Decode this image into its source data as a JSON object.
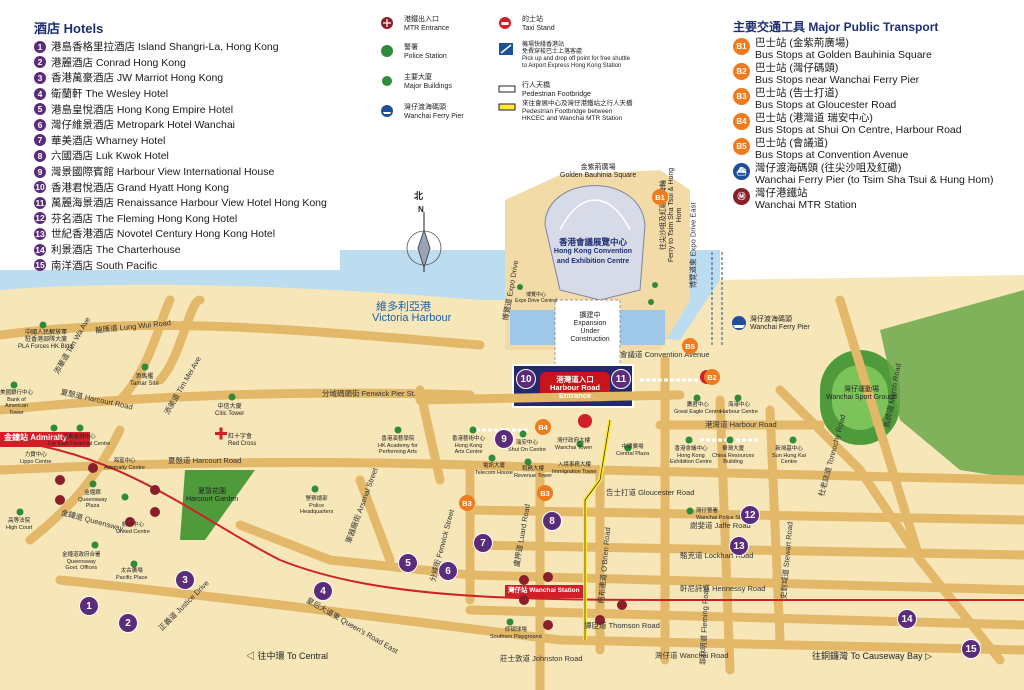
{
  "hotels": {
    "title": "酒店 Hotels",
    "items": [
      {
        "n": "1",
        "label": "港島香格里拉酒店 Island Shangri-La, Hong Kong"
      },
      {
        "n": "2",
        "label": "港麗酒店 Conrad Hong Kong"
      },
      {
        "n": "3",
        "label": "香港萬豪酒店 JW Marriot Hong Kong"
      },
      {
        "n": "4",
        "label": "衛蘭軒 The Wesley Hotel"
      },
      {
        "n": "5",
        "label": "港島皇悅酒店 Hong Kong Empire Hotel"
      },
      {
        "n": "6",
        "label": "灣仔維景酒店 Metropark Hotel Wanchai"
      },
      {
        "n": "7",
        "label": "華美酒店 Wharney Hotel"
      },
      {
        "n": "8",
        "label": "六國酒店 Luk Kwok Hotel"
      },
      {
        "n": "9",
        "label": "灣景國際賓館 Harbour View International House"
      },
      {
        "n": "10",
        "label": "香港君悅酒店 Grand Hyatt Hong Kong"
      },
      {
        "n": "11",
        "label": "萬麗海景酒店 Renaissance Harbour View Hotel Hong Kong"
      },
      {
        "n": "12",
        "label": "芬名酒店 The Fleming Hong Kong Hotel"
      },
      {
        "n": "13",
        "label": "世紀香港酒店 Novotel Century Hong Kong Hotel"
      },
      {
        "n": "14",
        "label": "利景酒店 The Charterhouse"
      },
      {
        "n": "15",
        "label": "南洋酒店 South Pacific"
      }
    ]
  },
  "legend": {
    "mtr": "港鐵出入口\nMTR Entrance",
    "police": "警署\nPolice Station",
    "buildings": "主要大廈\nMajor Buildings",
    "ferry": "灣仔渡海碼頭\nWanchai Ferry Pier",
    "taxi": "的士站\nTaxi Stand",
    "shuttle": "機場快綫香港站\n免費穿梭巴士上落客處\nPick up and drop off point for free shuttle\nto Airport Express Hong Kong Station",
    "footbridge": "行人天橋\nPedestrian Footbridge",
    "footbridge_hkcec": "來往會展中心及灣仔港鐵站之行人天橋\nPedestrian Footbridge between\nHKCEC and Wanchai MTR Station"
  },
  "transport": {
    "title": "主要交通工具 Major Public Transport",
    "items": [
      {
        "badge": "B1",
        "kind": "bus",
        "label": "巴士站 (金紫荊廣場)\nBus Stops at Golden Bauhinia Square"
      },
      {
        "badge": "B2",
        "kind": "bus",
        "label": "巴士站 (灣仔碼頭)\nBus Stops near Wanchai Ferry Pier"
      },
      {
        "badge": "B3",
        "kind": "bus",
        "label": "巴士站 (告士打道)\nBus Stops at Gloucester Road"
      },
      {
        "badge": "B4",
        "kind": "bus",
        "label": "巴士站 (港灣道 瑞安中心)\nBus Stops at Shui On Centre, Harbour Road"
      },
      {
        "badge": "B5",
        "kind": "bus",
        "label": "巴士站 (會議道)\nBus Stops at Convention Avenue"
      },
      {
        "badge": "⛴",
        "kind": "ferry",
        "label": "灣仔渡海碼頭 (往尖沙咀及紅磡)\nWanchai Ferry Pier (to Tsim Sha Tsui & Hung Hom)"
      },
      {
        "badge": "Ⓜ",
        "kind": "mtr",
        "label": "灣仔港鐵站\nWanchai MTR Station"
      }
    ]
  },
  "map": {
    "north": "北",
    "north_n": "N",
    "harbour_zh": "維多利亞港",
    "harbour_en": "Victoria Harbour",
    "hkcec_zh": "香港會議展覽中心",
    "hkcec_en": "Hong Kong Convention\nand Exhibition Centre",
    "golden_bauhinia": "金紫荊廣場\nGolden Bauhinia Square",
    "expansion": "擴建中\nExpansion\nUnder Construction",
    "harbour_road_entrance": "港灣道入口\nHarbour Road\nEntrance",
    "admiralty": "金鐘站 Admiralty",
    "wanchai_station": "灣仔站 Wanchai Station",
    "to_central": "往中環 To Central",
    "to_causeway": "往銅鑼灣 To Causeway Bay",
    "wanchai_ferry_pier": "灣仔渡海碼頭\nWanchai Ferry Pier",
    "ferry_note": "往尖沙咀及紅磡渡海輪\nFerry to Tsim Sha Tsui & Hung Hom",
    "sports_ground": "灣仔運動場\nWanchai Sport Ground",
    "harcourt_garden": "夏愨花園\nHarcourt Garden",
    "streets": {
      "lung_wui": "龍匯道 Lung Wui Road",
      "fenwick_pier": "分域碼頭街 Fenwick Pier St.",
      "harcourt_road": "夏慤道 Harcourt Road",
      "harcourt_road_2": "夏慤道 Harcourt Road",
      "tim_mei": "添美道 Tim Mei Ave",
      "tim_wa": "添華道 Tim Wa Ave",
      "gloucester": "告士打道 Gloucester Road",
      "harbour_road": "港灣道 Harbour Road",
      "jaffe": "謝斐道 Jaffe Road",
      "lockhart": "駱克道 Lockhart Road",
      "hennessy": "軒尼詩道 Hennessy Road",
      "thomson": "譚臣道 Thomson Road",
      "johnston": "莊士敦道 Johnston Road",
      "wanchai_road": "灣仔道 Wanchai Road",
      "queensway": "金鐘道 Queensway",
      "justice": "正義道 Justice Drive",
      "qre": "皇后大道東 Queen's Road East",
      "convention_ave": "會議道 Convention Avenue",
      "expo_drive": "博覽道 Expo Drive",
      "expo_drive_east": "博覽道東 Expo Drive East",
      "fleming": "菲林明道 Fleming Road",
      "o_brien": "柯布連道 O'Brien Road",
      "luard": "盧押道 Luard Road",
      "fenwick": "分域街 Fenwick Street",
      "arsenal": "軍器廠街 Arsenal Street",
      "stewart": "史釗域道 Stewart Road",
      "tonnochy": "杜老誌道 Tonnochy Road",
      "marsh": "馬師道 Marsh Road"
    },
    "buildings": {
      "pla": "中國人民解放軍\n駐香港部隊大廈\nPLA Forces HK Bldg.",
      "tamar": "添馬艦\nTamar Site",
      "citic": "中信大廈\nCitic Tower",
      "red_cross": "紅十字會\nRed Cross",
      "boa": "美國銀行中心\nBank of\nAmerican\nTower",
      "lippo": "力寶中心\nLippo Centre",
      "far_east": "遠東金融中心\nFar East Financial Centre",
      "admiralty_centre": "海富中心\nAdmiralty Centre",
      "queensway_plaza": "金鐘廊\nQueensway\nPlaza",
      "united": "統一中心\nUnited Centre",
      "high_court": "高等法院\nHigh Court",
      "qgo": "金鐘道政府合署\nQueensway\nGovt. Offices",
      "pacific_place": "太古廣場\nPacific Place",
      "police_hq": "警察總部\nPolice\nHeadquarters",
      "hkapa": "香港演藝學院\nHK Academy for\nPerforming Arts",
      "arts_centre": "香港藝術中心\nHong Kong\nArts Centre",
      "shui_on": "瑞安中心\nShui On Centre",
      "wanchai_tower": "灣仔政府大樓\nWanchai Tower",
      "telecom": "電訊大廈\nTelecom House",
      "revenue": "稅務大樓\nRevenue Tower",
      "immigration": "入境事務大樓\nImmigration Tower",
      "central_plaza": "中環廣場\nCentral Plaza",
      "great_eagle": "鷹君中心\nGreat Eagle Centre",
      "harbour_centre": "海港中心\nHarbour Centre",
      "hkec": "香港會議中心\nHong Kong\nExhibition Centre",
      "china_resources": "華潤大廈\nChina Resources\nBuilding",
      "sun_hung_kai": "新鴻基中心\nSun Hung Kai\nCentre",
      "wanchai_police": "灣仔警署\nWanchai Police Station",
      "southorn": "修頓球場\nSouthorn Playground",
      "expo_centre": "博覽中心\nExpo Drive Central"
    },
    "b_markers": [
      "B1",
      "B2",
      "B3",
      "B3",
      "B4",
      "B5"
    ],
    "hotel_markers": [
      "1",
      "2",
      "3",
      "4",
      "5",
      "6",
      "7",
      "8",
      "9",
      "10",
      "11",
      "12",
      "13",
      "14",
      "15"
    ]
  },
  "colors": {
    "sea": "#bcdcf0",
    "land": "#f7e6b8",
    "road": "#e9c27a",
    "road_edge": "#c89a4a",
    "hotel": "#5b2c7a",
    "bus": "#f07a1e",
    "mtr_line": "#d11f2a",
    "park": "#4f9a3a",
    "hkcec": "#d7dbe8",
    "title": "#1d2f73"
  }
}
